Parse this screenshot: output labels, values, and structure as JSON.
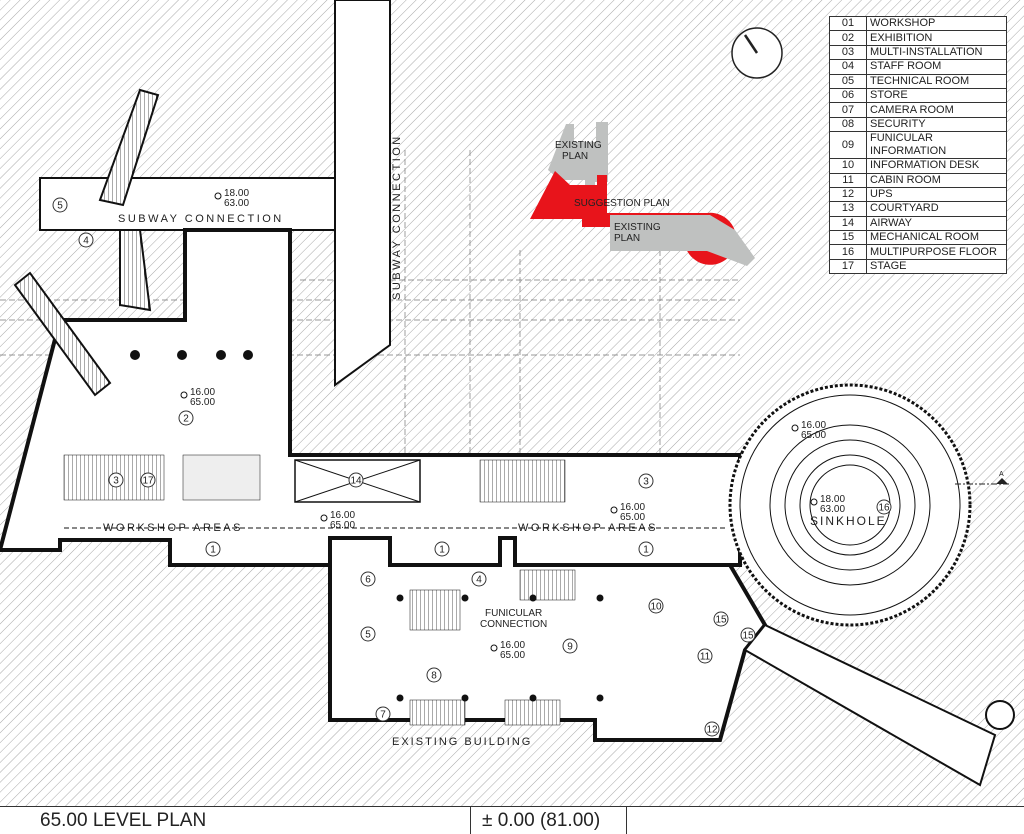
{
  "legend": [
    {
      "num": "01",
      "name": "WORKSHOP"
    },
    {
      "num": "02",
      "name": "EXHIBITION"
    },
    {
      "num": "03",
      "name": "MULTI-INSTALLATION"
    },
    {
      "num": "04",
      "name": "STAFF ROOM"
    },
    {
      "num": "05",
      "name": "TECHNICAL ROOM"
    },
    {
      "num": "06",
      "name": "STORE"
    },
    {
      "num": "07",
      "name": "CAMERA ROOM"
    },
    {
      "num": "08",
      "name": "SECURITY"
    },
    {
      "num": "09",
      "name": "FUNICULAR INFORMATION"
    },
    {
      "num": "10",
      "name": "INFORMATION DESK"
    },
    {
      "num": "11",
      "name": "CABIN ROOM"
    },
    {
      "num": "12",
      "name": "UPS"
    },
    {
      "num": "13",
      "name": "COURTYARD"
    },
    {
      "num": "14",
      "name": "AIRWAY"
    },
    {
      "num": "15",
      "name": "MECHANICAL ROOM"
    },
    {
      "num": "16",
      "name": "MULTIPURPOSE FLOOR"
    },
    {
      "num": "17",
      "name": "STAGE"
    }
  ],
  "key_plan": {
    "existing_top": [
      "EXISTING",
      "PLAN"
    ],
    "suggestion": "SUGGESTION PLAN",
    "existing_bottom": [
      "EXISTING",
      "PLAN"
    ],
    "suggestion_color": "#e8141b",
    "existing_color": "#bfc1c0"
  },
  "labels": {
    "subway_h": "SUBWAY CONNECTION",
    "subway_v": "SUBWAY CONNECTION",
    "workshop_left": "WORKSHOP AREAS",
    "workshop_right": "WORKSHOP AREAS",
    "sinkhole": "SINKHOLE",
    "funicular": [
      "FUNICULAR",
      "CONNECTION"
    ],
    "existing_building": "EXISTING BUILDING",
    "section_marker": "A"
  },
  "elevations": [
    [
      "18.00",
      "63.00"
    ],
    [
      "16.00",
      "65.00"
    ],
    [
      "16.00",
      "65.00"
    ],
    [
      "16.00",
      "65.00"
    ],
    [
      "16.00",
      "65.00"
    ],
    [
      "16.00",
      "65.00"
    ],
    [
      "18.00",
      "63.00"
    ]
  ],
  "room_tags": [
    "5",
    "4",
    "2",
    "3",
    "17",
    "14",
    "3",
    "16",
    "1",
    "1",
    "1",
    "6",
    "4",
    "5",
    "8",
    "9",
    "10",
    "15",
    "15",
    "11",
    "7",
    "12"
  ],
  "footer": {
    "title": "65.00 LEVEL PLAN",
    "level": "± 0.00 (81.00)"
  }
}
